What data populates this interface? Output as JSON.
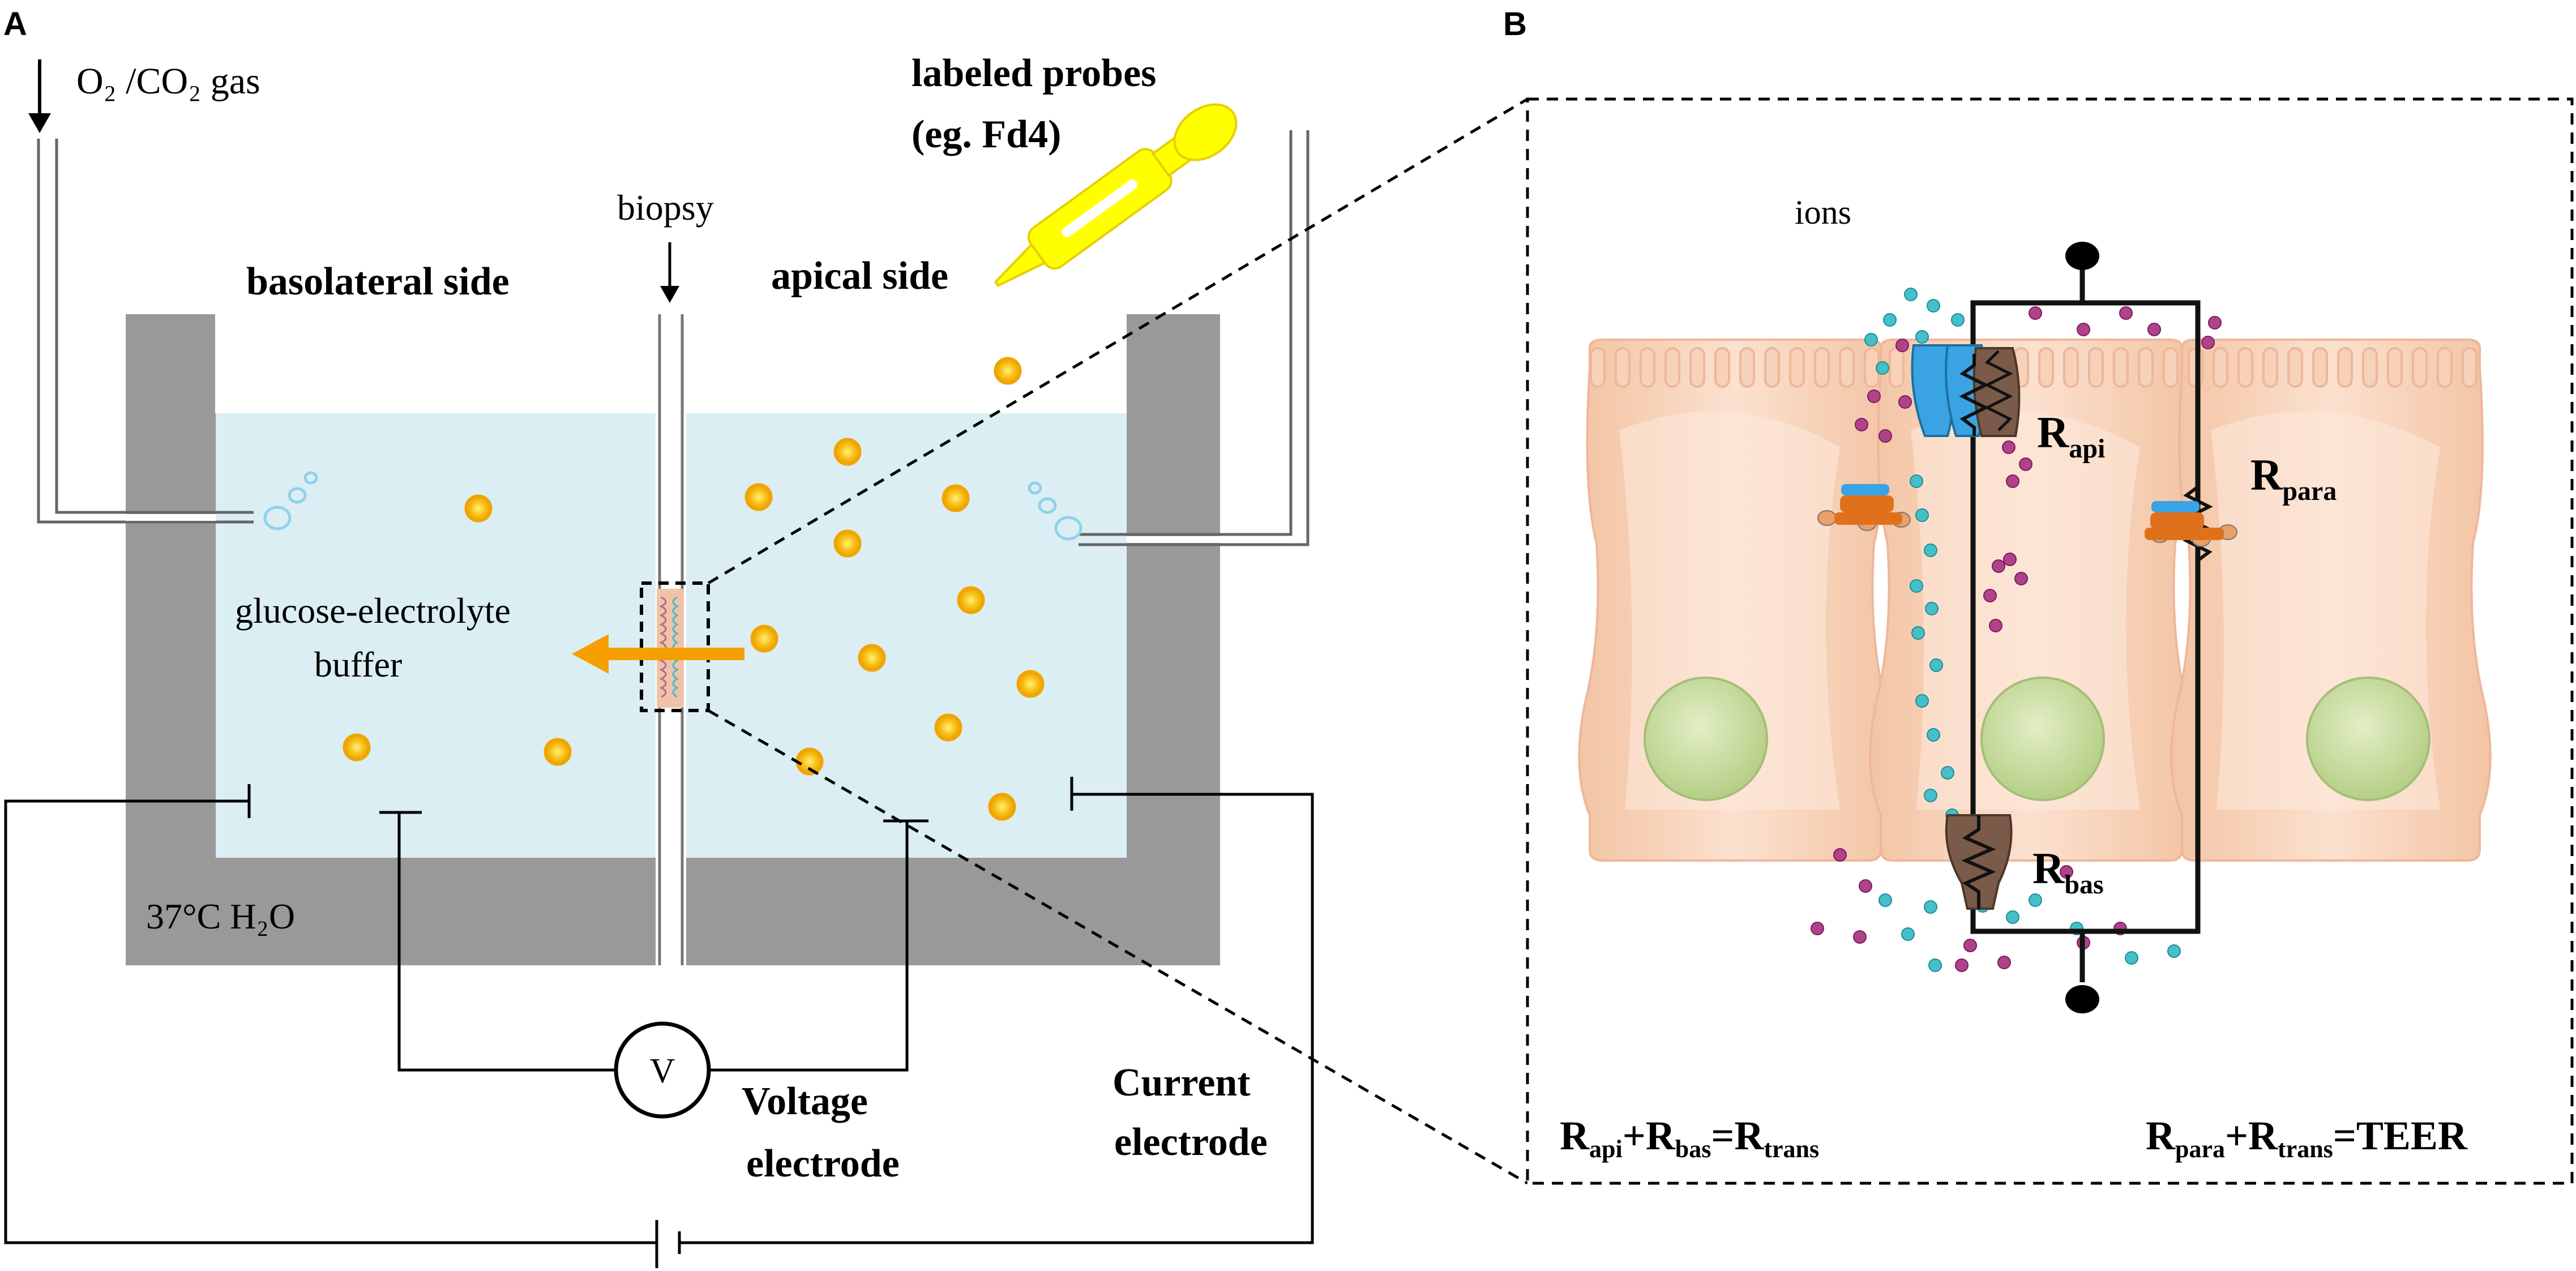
{
  "panels": {
    "a": {
      "label": "A"
    },
    "b": {
      "label": "B"
    }
  },
  "chamber": {
    "gas_inlet": "O₂ /CO₂ gas",
    "probes_line1": "labeled probes",
    "probes_line2": "(eg. Fd4)",
    "biopsy": "biopsy",
    "basolateral": "basolateral side",
    "apical": "apical side",
    "buffer_line1": "glucose-electrolyte",
    "buffer_line2": "buffer",
    "water_bath": "37°C H₂O",
    "voltmeter": "V",
    "voltage_line1": "Voltage",
    "voltage_line2": "electrode",
    "current_line1": "Current",
    "current_line2": "electrode"
  },
  "epithelium": {
    "ions": "ions",
    "r_api": {
      "main": "R",
      "sub": "api"
    },
    "r_para": {
      "main": "R",
      "sub": "para"
    },
    "r_bas": {
      "main": "R",
      "sub": "bas"
    },
    "equation_left": {
      "t1": "R",
      "s1": "api",
      "plus": "+",
      "t2": "R",
      "s2": "bas",
      "eq": "=",
      "t3": "R",
      "s3": "trans"
    },
    "equation_right": {
      "t1": "R",
      "s1": "para",
      "plus": "+",
      "t2": "R",
      "s2": "trans",
      "eq": "=",
      "result": "TEER"
    }
  },
  "colors": {
    "chamber_wall": "#999999",
    "buffer": "#dbeef3",
    "probe_particle": "#f7b500",
    "dropper": "#ffff00",
    "cell_fill": "#f7d2b8",
    "nucleus": "#c3d79b",
    "ion_cyan": "#45c0c8",
    "ion_magenta": "#b0428a",
    "channel_blue": "#3aa3e3",
    "channel_orange": "#e0711c",
    "channel_brown": "#7a5a48",
    "arrow_orange": "#f5a000"
  }
}
